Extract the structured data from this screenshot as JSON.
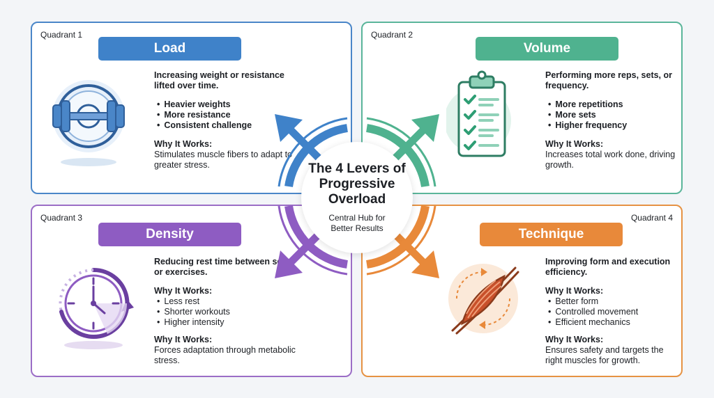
{
  "hub": {
    "title": "The 4 Levers of Progressive Overload",
    "subtitle": "Central Hub for Better Results"
  },
  "colors": {
    "load": "#3f82c9",
    "volume": "#4fb28f",
    "density": "#8e5cc2",
    "technique": "#e8893a"
  },
  "quadrants": [
    {
      "label": "Quadrant 1",
      "title": "Load",
      "icon": "dumbbell-icon",
      "lead": "Increasing weight or resistance lifted over time.",
      "bullets": [
        "Heavier weights",
        "More resistance",
        "Consistent challenge"
      ],
      "why_heading": "Why It Works:",
      "why_text": "Stimulates muscle fibers to adapt to greater stress."
    },
    {
      "label": "Quadrant 2",
      "title": "Volume",
      "icon": "clipboard-checklist-icon",
      "lead": "Performing more reps, sets, or frequency.",
      "bullets": [
        "More repetitions",
        "More sets",
        "Higher frequency"
      ],
      "why_heading": "Why It Works:",
      "why_text": "Increases total work done, driving growth."
    },
    {
      "label": "Quadrant 3",
      "title": "Density",
      "icon": "stopwatch-icon",
      "lead": "Reducing rest time between sets or exercises.",
      "mid_heading": "Why It Works:",
      "bullets": [
        "Less rest",
        "Shorter workouts",
        "Higher intensity"
      ],
      "why_heading": "Why It Works:",
      "why_text": "Forces adaptation through metabolic stress."
    },
    {
      "label": "Quadrant 4",
      "title": "Technique",
      "icon": "muscle-icon",
      "lead": "Improving form and execution efficiency.",
      "mid_heading": "Why It Works:",
      "bullets": [
        "Better form",
        "Controlled movement",
        "Efficient mechanics"
      ],
      "why_heading": "Why It Works:",
      "why_text": "Ensures safety and targets the right muscles for growth."
    }
  ]
}
